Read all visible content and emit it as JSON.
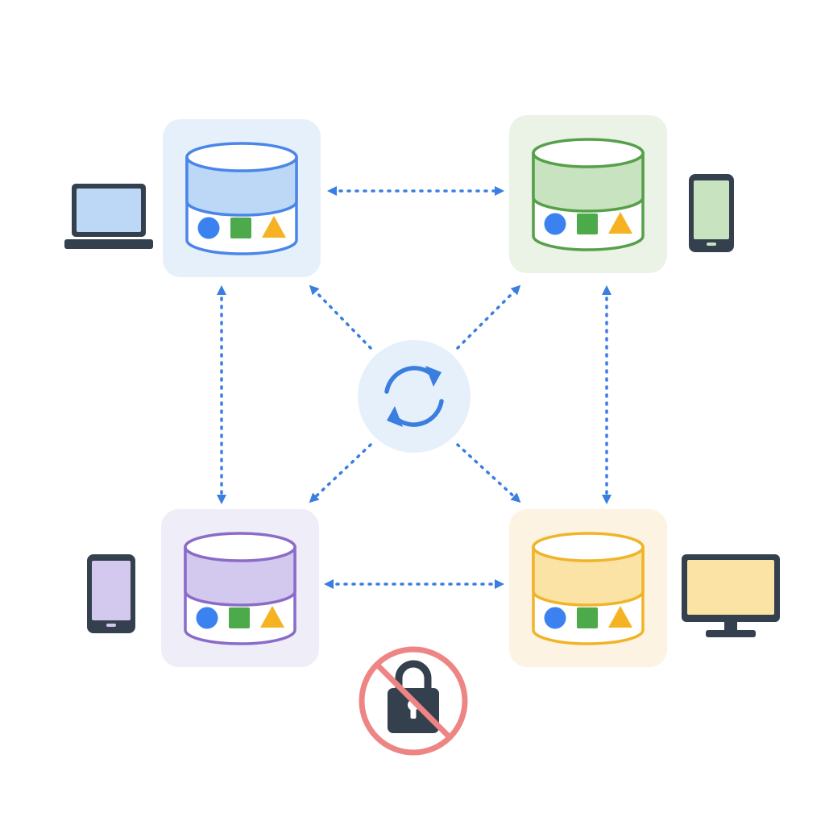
{
  "diagram": {
    "nodes": [
      {
        "id": "top-left",
        "name": "replica-node-top-left",
        "device": "laptop",
        "device_icon": "laptop-icon",
        "fill": "#e6f0fb",
        "tint": "#bdd8f6",
        "stroke": "#4a86e8"
      },
      {
        "id": "top-right",
        "name": "replica-node-top-right",
        "device": "phone",
        "device_icon": "phone-icon",
        "fill": "#eaf3e6",
        "tint": "#c8e3bf",
        "stroke": "#56a04a"
      },
      {
        "id": "bottom-left",
        "name": "replica-node-bottom-left",
        "device": "phone",
        "device_icon": "phone-icon",
        "fill": "#efedf8",
        "tint": "#d3c8ee",
        "stroke": "#8a6cc8"
      },
      {
        "id": "bottom-right",
        "name": "replica-node-bottom-right",
        "device": "monitor",
        "device_icon": "monitor-icon",
        "fill": "#fdf3e2",
        "tint": "#fbe3a6",
        "stroke": "#f0b429"
      }
    ],
    "data_shapes": [
      "circle-icon",
      "square-icon",
      "triangle-icon"
    ],
    "links": [
      {
        "from": "top-left",
        "to": "top-right",
        "style": "dotted",
        "arrows": "both"
      },
      {
        "from": "bottom-left",
        "to": "bottom-right",
        "style": "dotted",
        "arrows": "both"
      },
      {
        "from": "top-left",
        "to": "bottom-left",
        "style": "dotted",
        "arrows": "both"
      },
      {
        "from": "top-right",
        "to": "bottom-right",
        "style": "dotted",
        "arrows": "both"
      }
    ],
    "hub": {
      "icon": "sync-icon",
      "spokes_to": [
        "top-left",
        "top-right",
        "bottom-left",
        "bottom-right"
      ]
    },
    "footer_icon": "no-lock-icon",
    "colors": {
      "arrow": "#3a7ee0",
      "hub_fill": "#e6f0fb",
      "device_dark": "#34404d",
      "shape_circle": "#3b82f0",
      "shape_square": "#4caa4a",
      "shape_triangle": "#f5b324",
      "prohibit": "#ee8585"
    }
  }
}
